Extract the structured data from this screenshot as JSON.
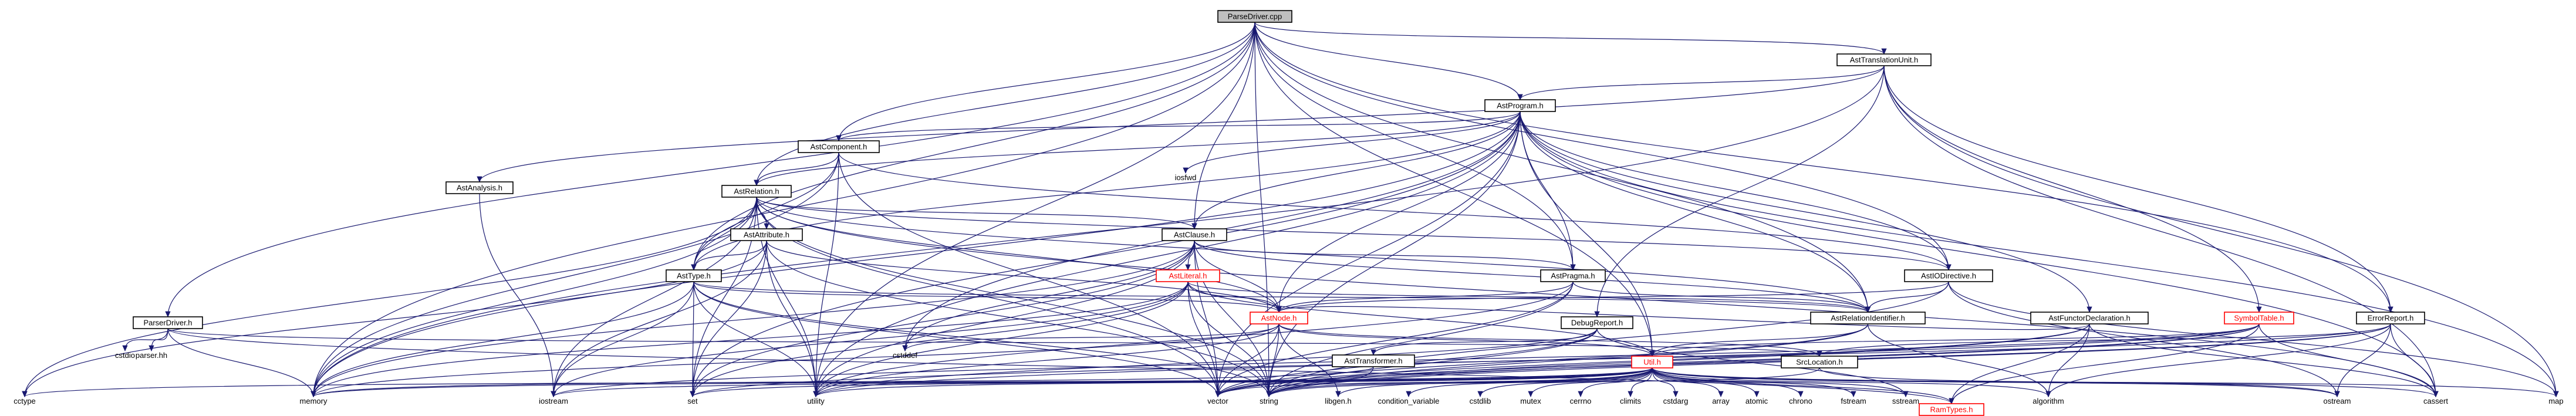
{
  "diagram": {
    "type": "include-dependency-graph",
    "colors": {
      "edge": "#191970",
      "node_border": "#000000",
      "root_fill": "#bfbfbf",
      "red": "#ff0000"
    },
    "nodes": [
      {
        "id": "ParseDriver",
        "label": "ParseDriver.cpp",
        "kind": "root"
      },
      {
        "id": "AstTranslationUnit",
        "label": "AstTranslationUnit.h",
        "kind": "box"
      },
      {
        "id": "AstProgram",
        "label": "AstProgram.h",
        "kind": "box"
      },
      {
        "id": "AstComponent",
        "label": "AstComponent.h",
        "kind": "box"
      },
      {
        "id": "AstAnalysis",
        "label": "AstAnalysis.h",
        "kind": "box"
      },
      {
        "id": "AstRelation",
        "label": "AstRelation.h",
        "kind": "box"
      },
      {
        "id": "AstAttribute",
        "label": "AstAttribute.h",
        "kind": "box"
      },
      {
        "id": "AstClause",
        "label": "AstClause.h",
        "kind": "box"
      },
      {
        "id": "AstLiteral",
        "label": "AstLiteral.h",
        "kind": "red"
      },
      {
        "id": "AstType",
        "label": "AstType.h",
        "kind": "box"
      },
      {
        "id": "AstNode",
        "label": "AstNode.h",
        "kind": "red"
      },
      {
        "id": "AstPragma",
        "label": "AstPragma.h",
        "kind": "box"
      },
      {
        "id": "AstIODirective",
        "label": "AstIODirective.h",
        "kind": "box"
      },
      {
        "id": "AstRelationIdentifier",
        "label": "AstRelationIdentifier.h",
        "kind": "box"
      },
      {
        "id": "AstFunctorDeclaration",
        "label": "AstFunctorDeclaration.h",
        "kind": "box"
      },
      {
        "id": "DebugReport",
        "label": "DebugReport.h",
        "kind": "box"
      },
      {
        "id": "AstTransformer",
        "label": "AstTransformer.h",
        "kind": "box"
      },
      {
        "id": "SymbolTable",
        "label": "SymbolTable.h",
        "kind": "red"
      },
      {
        "id": "ErrorReport",
        "label": "ErrorReport.h",
        "kind": "box"
      },
      {
        "id": "ParserDriver",
        "label": "ParserDriver.h",
        "kind": "box"
      },
      {
        "id": "SrcLocation",
        "label": "SrcLocation.h",
        "kind": "box"
      },
      {
        "id": "Util",
        "label": "Util.h",
        "kind": "red"
      },
      {
        "id": "RamTypes",
        "label": "RamTypes.h",
        "kind": "red"
      }
    ],
    "plain_labels": [
      {
        "id": "iosfwd",
        "label": "iosfwd"
      },
      {
        "id": "cstddef",
        "label": "cstddef"
      },
      {
        "id": "cstdio",
        "label": "cstdio"
      },
      {
        "id": "parserhh",
        "label": "parser.hh"
      },
      {
        "id": "cctype",
        "label": "cctype"
      },
      {
        "id": "memory",
        "label": "memory"
      },
      {
        "id": "iostream",
        "label": "iostream"
      },
      {
        "id": "set",
        "label": "set"
      },
      {
        "id": "utility",
        "label": "utility"
      },
      {
        "id": "vector",
        "label": "vector"
      },
      {
        "id": "string",
        "label": "string"
      },
      {
        "id": "libgenh",
        "label": "libgen.h"
      },
      {
        "id": "condition_variable",
        "label": "condition_variable"
      },
      {
        "id": "cstdlib",
        "label": "cstdlib"
      },
      {
        "id": "mutex",
        "label": "mutex"
      },
      {
        "id": "cerrno",
        "label": "cerrno"
      },
      {
        "id": "climits",
        "label": "climits"
      },
      {
        "id": "cstdarg",
        "label": "cstdarg"
      },
      {
        "id": "array",
        "label": "array"
      },
      {
        "id": "atomic",
        "label": "atomic"
      },
      {
        "id": "chrono",
        "label": "chrono"
      },
      {
        "id": "fstream",
        "label": "fstream"
      },
      {
        "id": "sstream",
        "label": "sstream"
      },
      {
        "id": "algorithm",
        "label": "algorithm"
      },
      {
        "id": "ostream",
        "label": "ostream"
      },
      {
        "id": "cassert",
        "label": "cassert"
      },
      {
        "id": "map",
        "label": "map"
      }
    ],
    "edges": [
      [
        "ParseDriver",
        "AstTranslationUnit"
      ],
      [
        "ParseDriver",
        "AstProgram"
      ],
      [
        "ParseDriver",
        "AstComponent"
      ],
      [
        "ParseDriver",
        "AstRelation"
      ],
      [
        "ParseDriver",
        "AstClause"
      ],
      [
        "ParseDriver",
        "AstPragma"
      ],
      [
        "ParseDriver",
        "AstIODirective"
      ],
      [
        "ParseDriver",
        "AstRelationIdentifier"
      ],
      [
        "ParseDriver",
        "AstType"
      ],
      [
        "ParseDriver",
        "ErrorReport"
      ],
      [
        "ParseDriver",
        "ParserDriver"
      ],
      [
        "ParseDriver",
        "Util"
      ],
      [
        "ParseDriver",
        "memory"
      ],
      [
        "ParseDriver",
        "utility"
      ],
      [
        "ParseDriver",
        "string"
      ],
      [
        "AstTranslationUnit",
        "AstProgram"
      ],
      [
        "AstTranslationUnit",
        "DebugReport"
      ],
      [
        "AstTranslationUnit",
        "ErrorReport"
      ],
      [
        "AstTranslationUnit",
        "SymbolTable"
      ],
      [
        "AstTranslationUnit",
        "memory"
      ],
      [
        "AstTranslationUnit",
        "map"
      ],
      [
        "AstTranslationUnit",
        "cassert"
      ],
      [
        "AstTranslationUnit",
        "AstAnalysis"
      ],
      [
        "AstProgram",
        "AstComponent"
      ],
      [
        "AstProgram",
        "iosfwd"
      ],
      [
        "AstProgram",
        "AstRelation"
      ],
      [
        "AstProgram",
        "AstClause"
      ],
      [
        "AstProgram",
        "AstPragma"
      ],
      [
        "AstProgram",
        "AstIODirective"
      ],
      [
        "AstProgram",
        "AstFunctorDeclaration"
      ],
      [
        "AstProgram",
        "AstType"
      ],
      [
        "AstProgram",
        "AstNode"
      ],
      [
        "AstProgram",
        "AstRelationIdentifier"
      ],
      [
        "AstProgram",
        "Util"
      ],
      [
        "AstProgram",
        "map"
      ],
      [
        "AstProgram",
        "memory"
      ],
      [
        "AstProgram",
        "string"
      ],
      [
        "AstProgram",
        "vector"
      ],
      [
        "AstProgram",
        "set"
      ],
      [
        "AstProgram",
        "cassert"
      ],
      [
        "AstProgram",
        "cstddef"
      ],
      [
        "AstProgram",
        "utility"
      ],
      [
        "AstComponent",
        "AstRelation"
      ],
      [
        "AstComponent",
        "AstType"
      ],
      [
        "AstComponent",
        "AstIODirective"
      ],
      [
        "AstComponent",
        "memory"
      ],
      [
        "AstComponent",
        "vector"
      ],
      [
        "AstComponent",
        "utility"
      ],
      [
        "AstAnalysis",
        "iostream"
      ],
      [
        "AstRelation",
        "AstAttribute"
      ],
      [
        "AstRelation",
        "AstClause"
      ],
      [
        "AstRelation",
        "AstIODirective"
      ],
      [
        "AstRelation",
        "AstNode"
      ],
      [
        "AstRelation",
        "AstRelationIdentifier"
      ],
      [
        "AstRelation",
        "AstType"
      ],
      [
        "AstRelation",
        "set"
      ],
      [
        "AstRelation",
        "iostream"
      ],
      [
        "AstRelation",
        "memory"
      ],
      [
        "AstRelation",
        "vector"
      ],
      [
        "AstRelation",
        "string"
      ],
      [
        "AstRelation",
        "utility"
      ],
      [
        "AstRelation",
        "cctype"
      ],
      [
        "AstRelation",
        "cassert"
      ],
      [
        "AstAttribute",
        "AstNode"
      ],
      [
        "AstAttribute",
        "AstType"
      ],
      [
        "AstAttribute",
        "iostream"
      ],
      [
        "AstAttribute",
        "set"
      ],
      [
        "AstAttribute",
        "string"
      ],
      [
        "AstAttribute",
        "utility"
      ],
      [
        "AstAttribute",
        "cctype"
      ],
      [
        "AstClause",
        "AstLiteral"
      ],
      [
        "AstClause",
        "AstNode"
      ],
      [
        "AstClause",
        "AstRelationIdentifier"
      ],
      [
        "AstClause",
        "AstPragma"
      ],
      [
        "AstClause",
        "memory"
      ],
      [
        "AstClause",
        "string"
      ],
      [
        "AstClause",
        "vector"
      ],
      [
        "AstClause",
        "utility"
      ],
      [
        "AstClause",
        "cstddef"
      ],
      [
        "AstClause",
        "set"
      ],
      [
        "AstLiteral",
        "AstNode"
      ],
      [
        "AstLiteral",
        "AstRelationIdentifier"
      ],
      [
        "AstLiteral",
        "Util"
      ],
      [
        "AstLiteral",
        "memory"
      ],
      [
        "AstLiteral",
        "string"
      ],
      [
        "AstLiteral",
        "vector"
      ],
      [
        "AstLiteral",
        "utility"
      ],
      [
        "AstLiteral",
        "set"
      ],
      [
        "AstLiteral",
        "iostream"
      ],
      [
        "AstType",
        "AstNode"
      ],
      [
        "AstType",
        "AstRelationIdentifier"
      ],
      [
        "AstType",
        "iostream"
      ],
      [
        "AstType",
        "set"
      ],
      [
        "AstType",
        "string"
      ],
      [
        "AstType",
        "utility"
      ],
      [
        "AstType",
        "vector"
      ],
      [
        "AstType",
        "memory"
      ],
      [
        "AstNode",
        "SrcLocation"
      ],
      [
        "AstNode",
        "memory"
      ],
      [
        "AstNode",
        "vector"
      ],
      [
        "AstNode",
        "libgenh"
      ],
      [
        "AstNode",
        "cstddef"
      ],
      [
        "AstNode",
        "string"
      ],
      [
        "AstNode",
        "utility"
      ],
      [
        "AstNode",
        "Util"
      ],
      [
        "AstPragma",
        "AstNode"
      ],
      [
        "AstPragma",
        "AstRelationIdentifier"
      ],
      [
        "AstPragma",
        "string"
      ],
      [
        "AstPragma",
        "utility"
      ],
      [
        "AstPragma",
        "vector"
      ],
      [
        "AstIODirective",
        "AstNode"
      ],
      [
        "AstIODirective",
        "AstRelationIdentifier"
      ],
      [
        "AstIODirective",
        "map"
      ],
      [
        "AstIODirective",
        "ostream"
      ],
      [
        "AstIODirective",
        "string"
      ],
      [
        "AstRelationIdentifier",
        "Util"
      ],
      [
        "AstRelationIdentifier",
        "string"
      ],
      [
        "AstRelationIdentifier",
        "vector"
      ],
      [
        "AstRelationIdentifier",
        "algorithm"
      ],
      [
        "AstFunctorDeclaration",
        "AstNode"
      ],
      [
        "AstFunctorDeclaration",
        "RamTypes"
      ],
      [
        "AstFunctorDeclaration",
        "string"
      ],
      [
        "AstFunctorDeclaration",
        "vector"
      ],
      [
        "AstFunctorDeclaration",
        "algorithm"
      ],
      [
        "AstFunctorDeclaration",
        "cassert"
      ],
      [
        "DebugReport",
        "AstTransformer"
      ],
      [
        "DebugReport",
        "sstream"
      ],
      [
        "DebugReport",
        "string"
      ],
      [
        "DebugReport",
        "vector"
      ],
      [
        "DebugReport",
        "utility"
      ],
      [
        "AstTransformer",
        "memory"
      ],
      [
        "AstTransformer",
        "string"
      ],
      [
        "SymbolTable",
        "RamTypes"
      ],
      [
        "SymbolTable",
        "Util"
      ],
      [
        "SymbolTable",
        "string"
      ],
      [
        "SymbolTable",
        "iostream"
      ],
      [
        "SymbolTable",
        "cassert"
      ],
      [
        "SymbolTable",
        "vector"
      ],
      [
        "SymbolTable",
        "utility"
      ],
      [
        "ErrorReport",
        "SrcLocation"
      ],
      [
        "ErrorReport",
        "algorithm"
      ],
      [
        "ErrorReport",
        "cassert"
      ],
      [
        "ErrorReport",
        "ostream"
      ],
      [
        "ErrorReport",
        "set"
      ],
      [
        "ErrorReport",
        "string"
      ],
      [
        "ErrorReport",
        "vector"
      ],
      [
        "ParserDriver",
        "cstdio"
      ],
      [
        "ParserDriver",
        "parserhh"
      ],
      [
        "ParserDriver",
        "memory"
      ],
      [
        "ParserDriver",
        "RamTypes"
      ],
      [
        "ParserDriver",
        "SrcLocation"
      ],
      [
        "SrcLocation",
        "string"
      ],
      [
        "SrcLocation",
        "ostream"
      ],
      [
        "Util",
        "RamTypes"
      ],
      [
        "Util",
        "algorithm"
      ],
      [
        "Util",
        "array"
      ],
      [
        "Util",
        "atomic"
      ],
      [
        "Util",
        "chrono"
      ],
      [
        "Util",
        "fstream"
      ],
      [
        "Util",
        "sstream"
      ],
      [
        "Util",
        "string"
      ],
      [
        "Util",
        "utility"
      ],
      [
        "Util",
        "vector"
      ],
      [
        "Util",
        "memory"
      ],
      [
        "Util",
        "iostream"
      ],
      [
        "Util",
        "cctype"
      ],
      [
        "Util",
        "map"
      ],
      [
        "Util",
        "set"
      ],
      [
        "Util",
        "libgenh"
      ],
      [
        "Util",
        "condition_variable"
      ],
      [
        "Util",
        "cstdlib"
      ],
      [
        "Util",
        "mutex"
      ],
      [
        "Util",
        "cerrno"
      ],
      [
        "Util",
        "climits"
      ],
      [
        "Util",
        "cstdarg"
      ],
      [
        "Util",
        "ostream"
      ],
      [
        "Util",
        "cassert"
      ]
    ]
  }
}
